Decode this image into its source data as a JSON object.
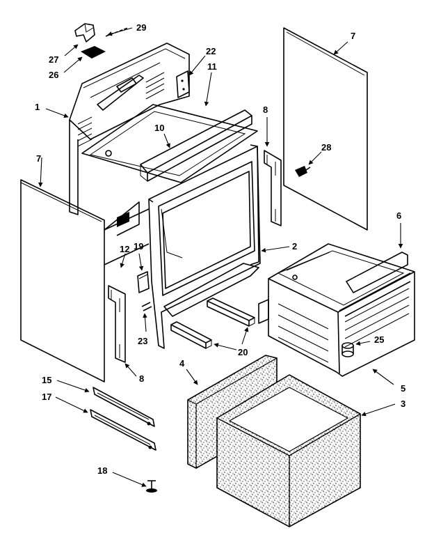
{
  "callouts": {
    "c1": "1",
    "c2": "2",
    "c3": "3",
    "c4": "4",
    "c5": "5",
    "c6": "6",
    "c7a": "7",
    "c7b": "7",
    "c8a": "8",
    "c8b": "8",
    "c10": "10",
    "c11": "11",
    "c12": "12",
    "c15": "15",
    "c17": "17",
    "c18": "18",
    "c19": "19",
    "c20": "20",
    "c22": "22",
    "c23": "23",
    "c25": "25",
    "c26": "26",
    "c27": "27",
    "c28": "28",
    "c29": "29"
  }
}
